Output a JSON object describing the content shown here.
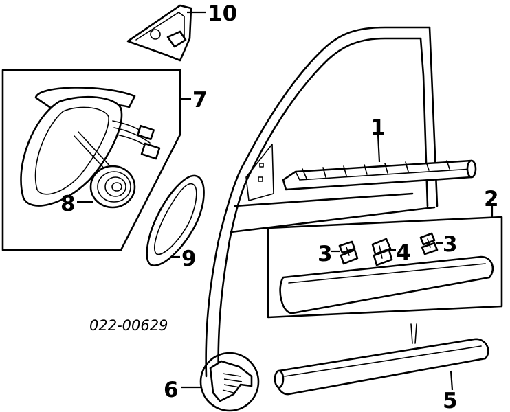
{
  "callouts": {
    "c1": "1",
    "c2": "2",
    "c3a": "3",
    "c3b": "3",
    "c4": "4",
    "c5": "5",
    "c6": "6",
    "c7": "7",
    "c8": "8",
    "c9": "9",
    "c10": "10"
  },
  "diagram_code": "022-00629"
}
